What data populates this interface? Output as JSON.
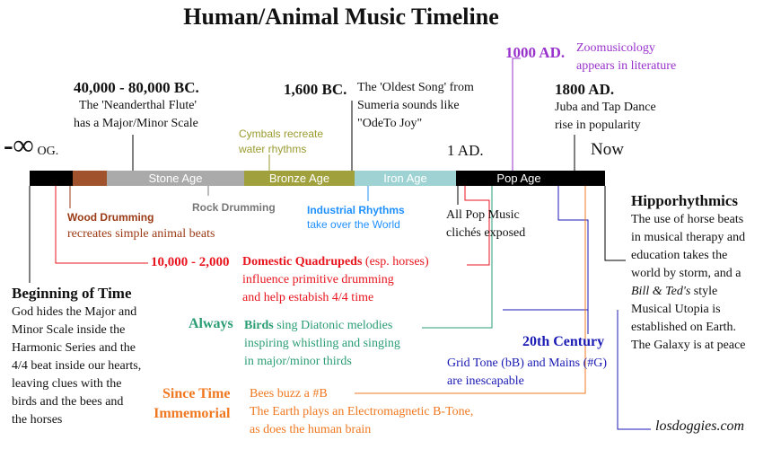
{
  "title": "Human/Animal Music Timeline",
  "ages": {
    "stone": "Stone Age",
    "bronze": "Bronze Age",
    "iron": "Iron Age",
    "pop": "Pop Age"
  },
  "markers": {
    "infinity_symbol": "-∞",
    "infinity_suffix": "OG.",
    "one_ad": "1 AD.",
    "now": "Now"
  },
  "events": {
    "flute": {
      "date": "40,000 - 80,000 BC.",
      "line1": "The 'Neanderthal Flute'",
      "line2": "has a Major/Minor Scale"
    },
    "song": {
      "date": "1,600 BC.",
      "line1": "The 'Oldest Song' from",
      "line2": "Sumeria sounds like",
      "line3": "\"OdeTo Joy\""
    },
    "zoo": {
      "date": "1000 AD.",
      "line1": "Zoomusicology",
      "line2": "appears in literature"
    },
    "juba": {
      "date": "1800 AD.",
      "line1": "Juba and Tap Dance",
      "line2": "rise in popularity"
    },
    "cymbals": {
      "line1": "Cymbals recreate",
      "line2": "water rhythms"
    },
    "wood": {
      "name": "Wood Drumming",
      "text": "recreates simple animal beats"
    },
    "rock": {
      "name": "Rock Drumming"
    },
    "industrial": {
      "name": "Industrial Rhythms",
      "text": "take over the World"
    },
    "pop": {
      "line1": "All Pop Music",
      "line2": "clichés exposed"
    },
    "hippo": {
      "title": "Hipporhythmics",
      "line1": "The use of horse beats",
      "line2": "in musical therapy and",
      "line3": "education takes the",
      "line4": "world by storm, and a",
      "line5_italic": "Bill & Ted's",
      "line5_rest": " style",
      "line6": "Musical Utopia is",
      "line7": "established on Earth.",
      "line8": "The Galaxy is at peace"
    },
    "beginning": {
      "title": "Beginning of Time",
      "line1": "God hides the Major and",
      "line2": "Minor Scale inside the",
      "line3": "Harmonic Series and the",
      "line4": "4/4 beat inside our hearts,",
      "line5": "leaving clues with the",
      "line6": "birds and the bees and",
      "line7": "the horses"
    },
    "quadrupeds": {
      "date": "10,000 - 2,000",
      "name": "Domestic Quadrupeds",
      "name_suffix": " (esp. horses)",
      "line2": "influence primitive drumming",
      "line3": "and help estabish 4/4 time"
    },
    "birds": {
      "label": "Always",
      "name": "Birds",
      "line1_rest": " sing Diatonic melodies",
      "line2": "inspiring whistling and singing",
      "line3": "in major/minor thirds"
    },
    "century": {
      "label": "20th Century",
      "line1": "Grid Tone (bB) and Mains (#G)",
      "line2": "are inescapable"
    },
    "bees": {
      "label1": "Since Time",
      "label2": "Immemorial",
      "line1": "Bees buzz a #B",
      "line2": "The Earth plays an Electromagnetic B-Tone,",
      "line3": "as does the human brain"
    }
  },
  "credit": "losdoggies.com",
  "colors": {
    "black": "#000000",
    "wood": "#a0522d",
    "stone": "#aaaaaa",
    "bronze": "#a0a03c",
    "iron": "#9fd3d3",
    "red": "#e8141e",
    "rock_gray": "#777777",
    "industrial_blue": "#1e90ff",
    "purple": "#9932cc",
    "green": "#2a9d74",
    "navy": "#1a1ab4",
    "orange": "#f07820",
    "olive": "#9a9a30",
    "brown": "#9b3a14"
  }
}
